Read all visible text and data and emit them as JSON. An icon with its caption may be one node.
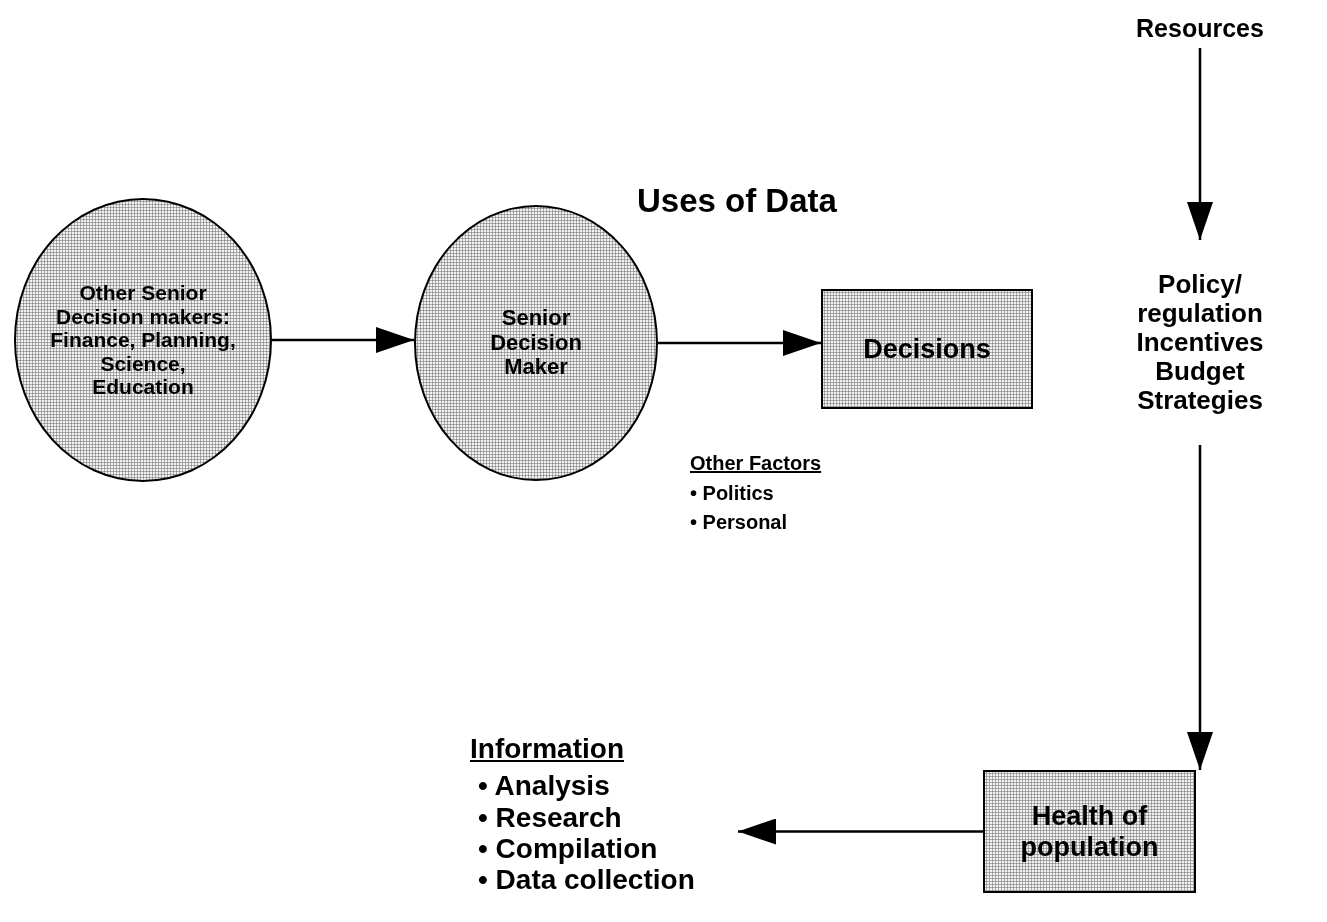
{
  "diagram": {
    "title": "Uses of Data",
    "nodes": [
      {
        "text": [
          "Other Senior Decision makers: Finance, Planning, Science, Education"
        ]
      },
      {
        "text": [
          "Senior Decision Maker"
        ]
      },
      {
        "text": [
          "Decisions"
        ]
      },
      {
        "text": [
          "Resources"
        ]
      },
      {
        "text": [
          "Policy/ regulation Incentives Budget Strategies"
        ]
      },
      {
        "text": [
          "Health of population"
        ]
      },
      {
        "text": [
          "Information",
          "• Analysis",
          "• Research",
          "• Compilation",
          "• Data collection"
        ]
      }
    ],
    "edges": [
      {
        "from": 0,
        "to": 1,
        "arrow": "to"
      },
      {
        "from": 1,
        "to": 2,
        "arrow": "to"
      },
      {
        "from": 3,
        "to": 4,
        "arrow": "to"
      },
      {
        "from": 4,
        "to": 5,
        "arrow": "to"
      },
      {
        "from": 5,
        "to": 6,
        "arrow": "to"
      }
    ],
    "labels": [
      "Other Factors",
      "• Politics",
      "• Personal"
    ]
  }
}
